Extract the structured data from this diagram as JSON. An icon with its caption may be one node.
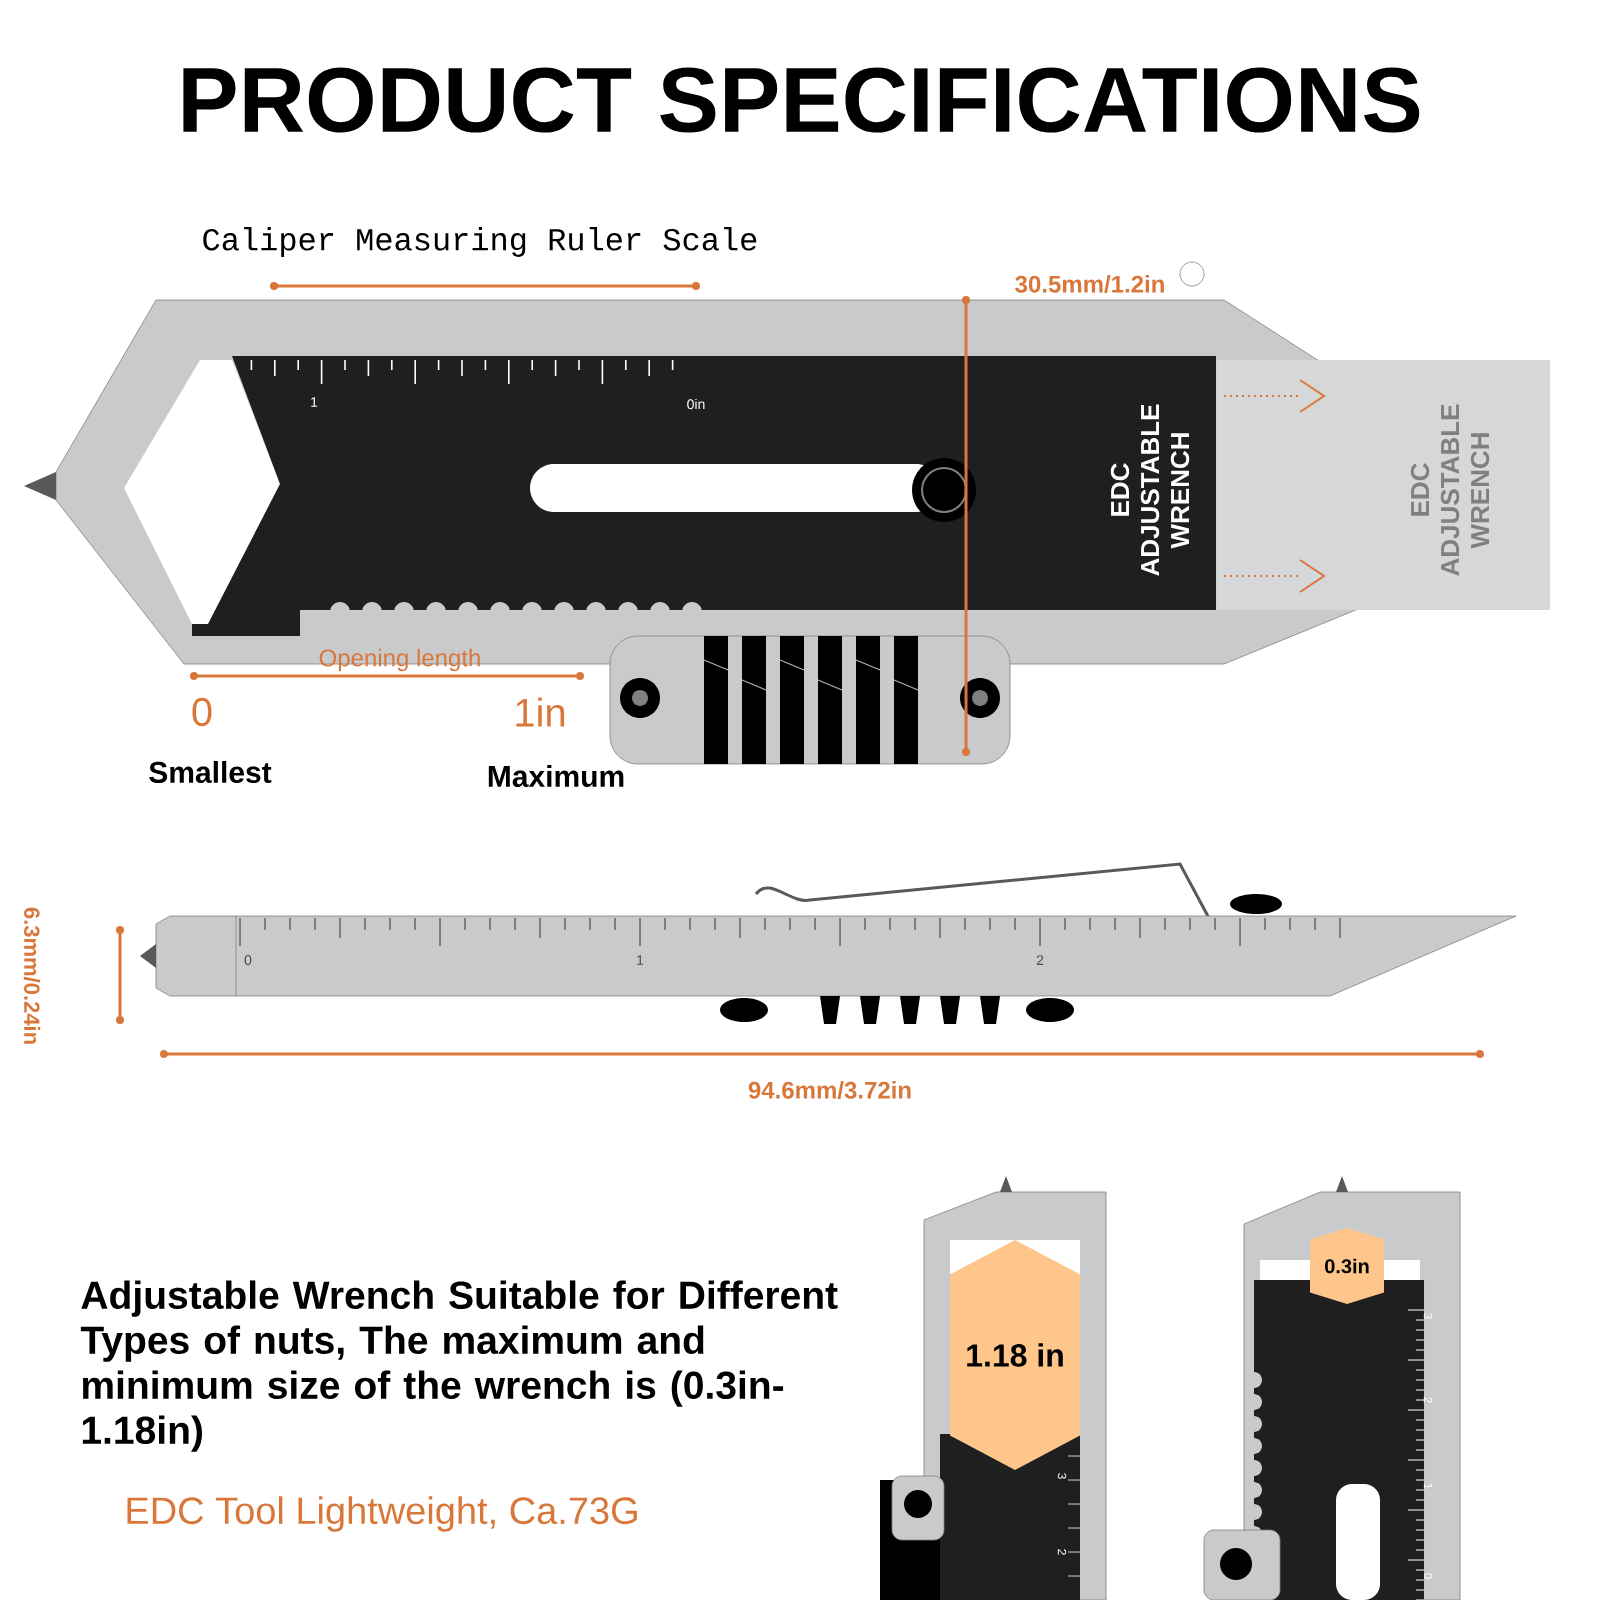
{
  "diagram": {
    "title": "PRODUCT SPECIFICATIONS",
    "nodes": [
      {
        "text": [
          "1.18 in"
        ]
      },
      {
        "text": [
          "0.3in"
        ]
      }
    ],
    "labels": [
      "Caliper Measuring Ruler Scale",
      "30.5mm/1.2in",
      "1",
      "0in",
      "EDC ADJUSTABLE WRENCH",
      "EDC ADJUSTABLE WRENCH",
      "Opening length",
      "0",
      "1in",
      "Smallest",
      "Maximum",
      "6.3mm/0.24in",
      "0",
      "1",
      "2",
      "94.6mm/3.72in",
      "Adjustable Wrench Suitable for Different Types of nuts, The maximum and minimum size of the wrench is (0.3in-1.18in)",
      "EDC Tool Lightweight, Ca.73G",
      "3",
      "2",
      "3",
      "2",
      "1",
      "0"
    ]
  }
}
